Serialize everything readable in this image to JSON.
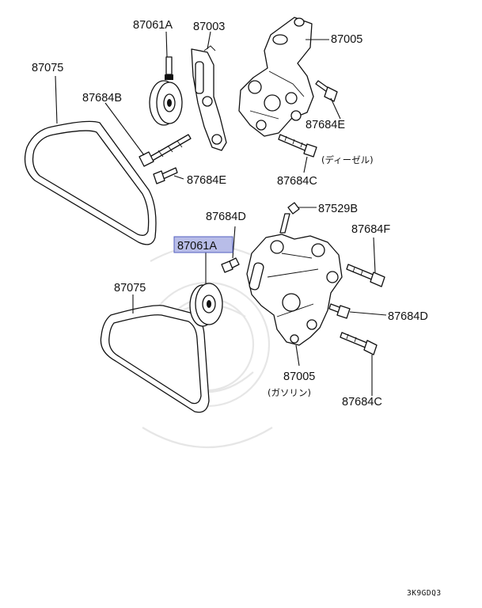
{
  "labels": {
    "p87061a_top": "87061A",
    "p87003": "87003",
    "p87005_top": "87005",
    "p87075_top": "87075",
    "p87684b": "87684B",
    "p87684e_right": "87684E",
    "diesel_note": "(ディーゼル)",
    "p87684e_left": "87684E",
    "p87684c_top": "87684C",
    "p87684d_top": "87684D",
    "p87529b": "87529B",
    "p87061a_highlight": "87061A",
    "p87684f": "87684F",
    "p87075_bottom": "87075",
    "p87684d_right": "87684D",
    "p87005_bottom": "87005",
    "gasoline_note": "(ガソリン)",
    "p87684c_bottom": "87684C"
  },
  "figure_ref": "3K9GDQ3",
  "colors": {
    "highlight_fill": "#b8bde8",
    "highlight_border": "#5560c0",
    "line": "#111111"
  }
}
